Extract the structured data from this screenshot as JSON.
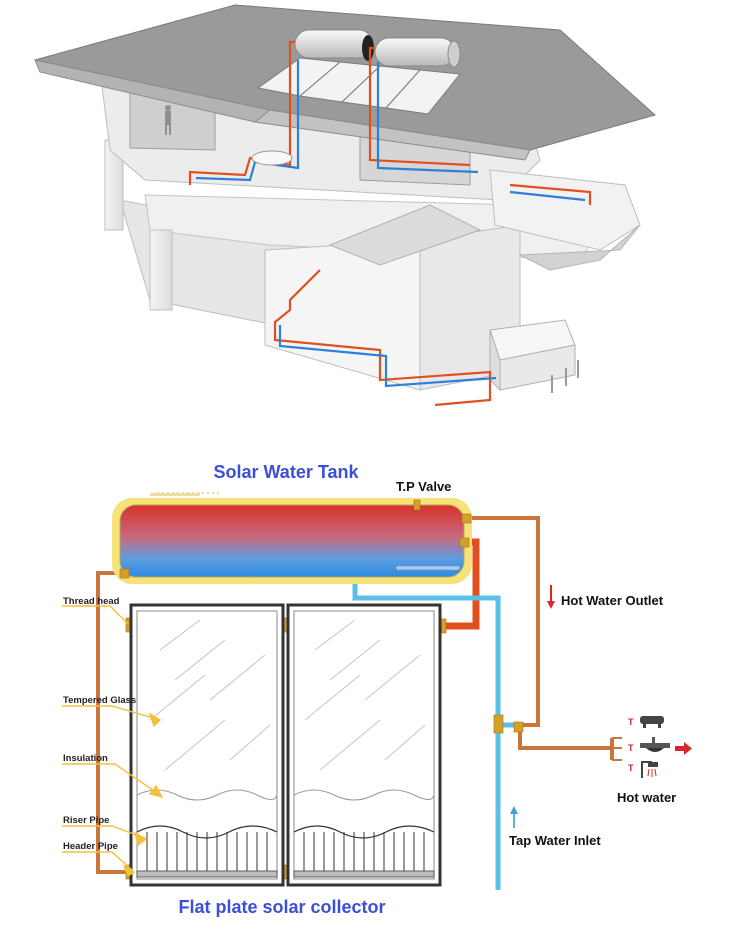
{
  "labels": {
    "tank_title": "Solar Water Tank",
    "tp_valve": "T.P Valve",
    "hot_water_outlet": "Hot Water Outlet",
    "thread_head": "Thread head",
    "tempered_glass": "Tempered Glass",
    "insulation": "Insulation",
    "riser_pipe": "Riser Pipe",
    "header_pipe": "Header Pipe",
    "hot_water": "Hot water",
    "tap_water_inlet": "Tap Water Inlet",
    "collector_title": "Flat plate solar collector"
  },
  "colors": {
    "title_blue": "#3b4fd8",
    "hot_pipe": "#e0501e",
    "cold_pipe": "#5bc0e8",
    "copper": "#c8763c",
    "tank_glow": "#f7e27a",
    "arrow_red": "#d8262b",
    "arrow_blue": "#3aa0d8"
  }
}
